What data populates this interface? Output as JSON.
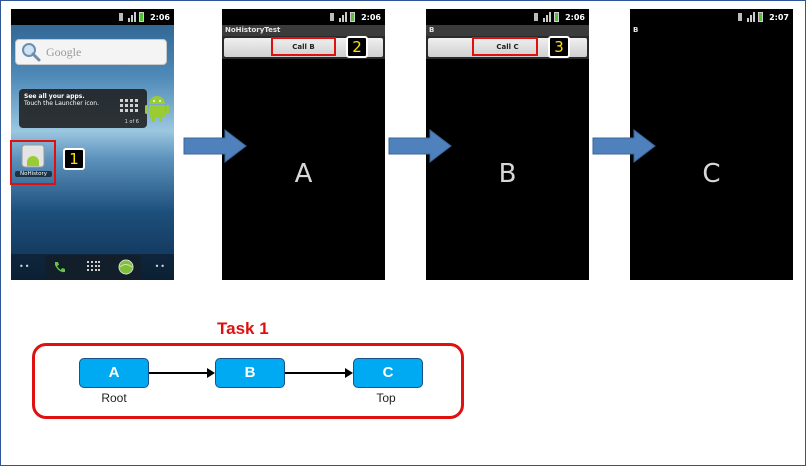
{
  "status_bar": {
    "times": [
      "2:06",
      "2:06",
      "2:06",
      "2:07"
    ]
  },
  "home_screen": {
    "search_placeholder": "Google",
    "tip_line1": "See all your apps.",
    "tip_line2": "Touch the Launcher icon.",
    "tip_page": "1 of 6",
    "app_icon_label": "NoHistory"
  },
  "screens": [
    {
      "title": "NoHistoryTest",
      "button": "Call B",
      "content": "A"
    },
    {
      "title": "B",
      "button": "Call C",
      "content": "B"
    },
    {
      "title": "B",
      "content": "C"
    }
  ],
  "step_badges": [
    "1",
    "2",
    "3"
  ],
  "task": {
    "title": "Task 1",
    "nodes": [
      "A",
      "B",
      "C"
    ],
    "root_label": "Root",
    "top_label": "Top"
  },
  "colors": {
    "highlight": "#e01010",
    "arrow": "#4f81bd",
    "node_fill": "#00aaf2",
    "badge_text": "#ffe000"
  }
}
